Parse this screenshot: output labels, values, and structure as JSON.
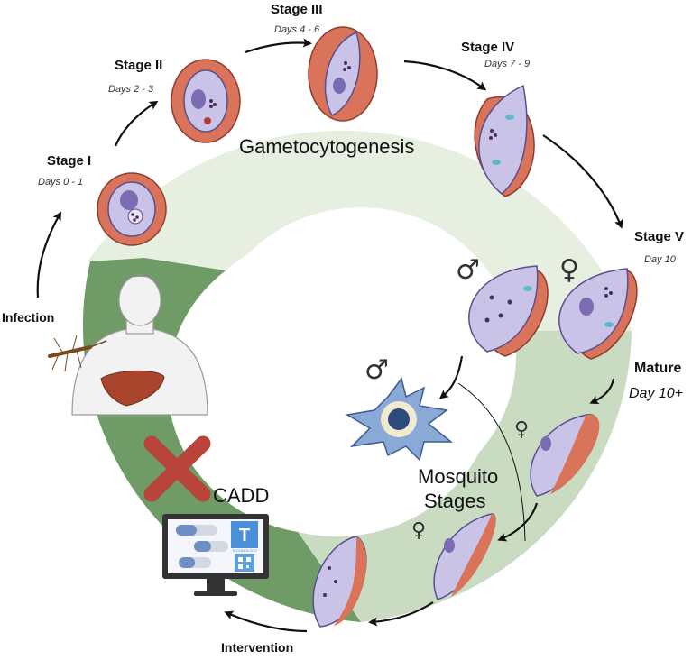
{
  "colors": {
    "ring_light": "#e6efe0",
    "ring_dark": "#6f9b66",
    "ring_mid": "#c9dcc2",
    "rbc": "#d9735a",
    "parasite": "#c9c3e8",
    "nucleus": "#7b6bb3",
    "arrow": "#111111"
  },
  "stages": [
    {
      "title": "Stage I",
      "days": "Days 0 - 1"
    },
    {
      "title": "Stage II",
      "days": "Days 2 - 3"
    },
    {
      "title": "Stage III",
      "days": "Days 4 - 6"
    },
    {
      "title": "Stage IV",
      "days": "Days 7 - 9"
    },
    {
      "title": "Stage V",
      "days": "Day 10"
    }
  ],
  "mature": {
    "title": "Mature",
    "days": "Day 10+"
  },
  "regions": {
    "gametocytogenesis": "Gametocytogenesis",
    "mosquito_line1": "Mosquito",
    "mosquito_line2": "Stages",
    "cadd": "CADD"
  },
  "events": {
    "infection": "Infection",
    "intervention": "Intervention"
  },
  "monitor": {
    "badge_letter": "T",
    "badge_text": "TECHNOLOGY"
  },
  "symbols": {
    "male": "♂",
    "female": "♀"
  },
  "icons": [
    "human-figure-icon",
    "liver-icon",
    "mosquito-icon",
    "red-cross-icon",
    "monitor-icon",
    "pill-icon",
    "qr-code-icon"
  ]
}
